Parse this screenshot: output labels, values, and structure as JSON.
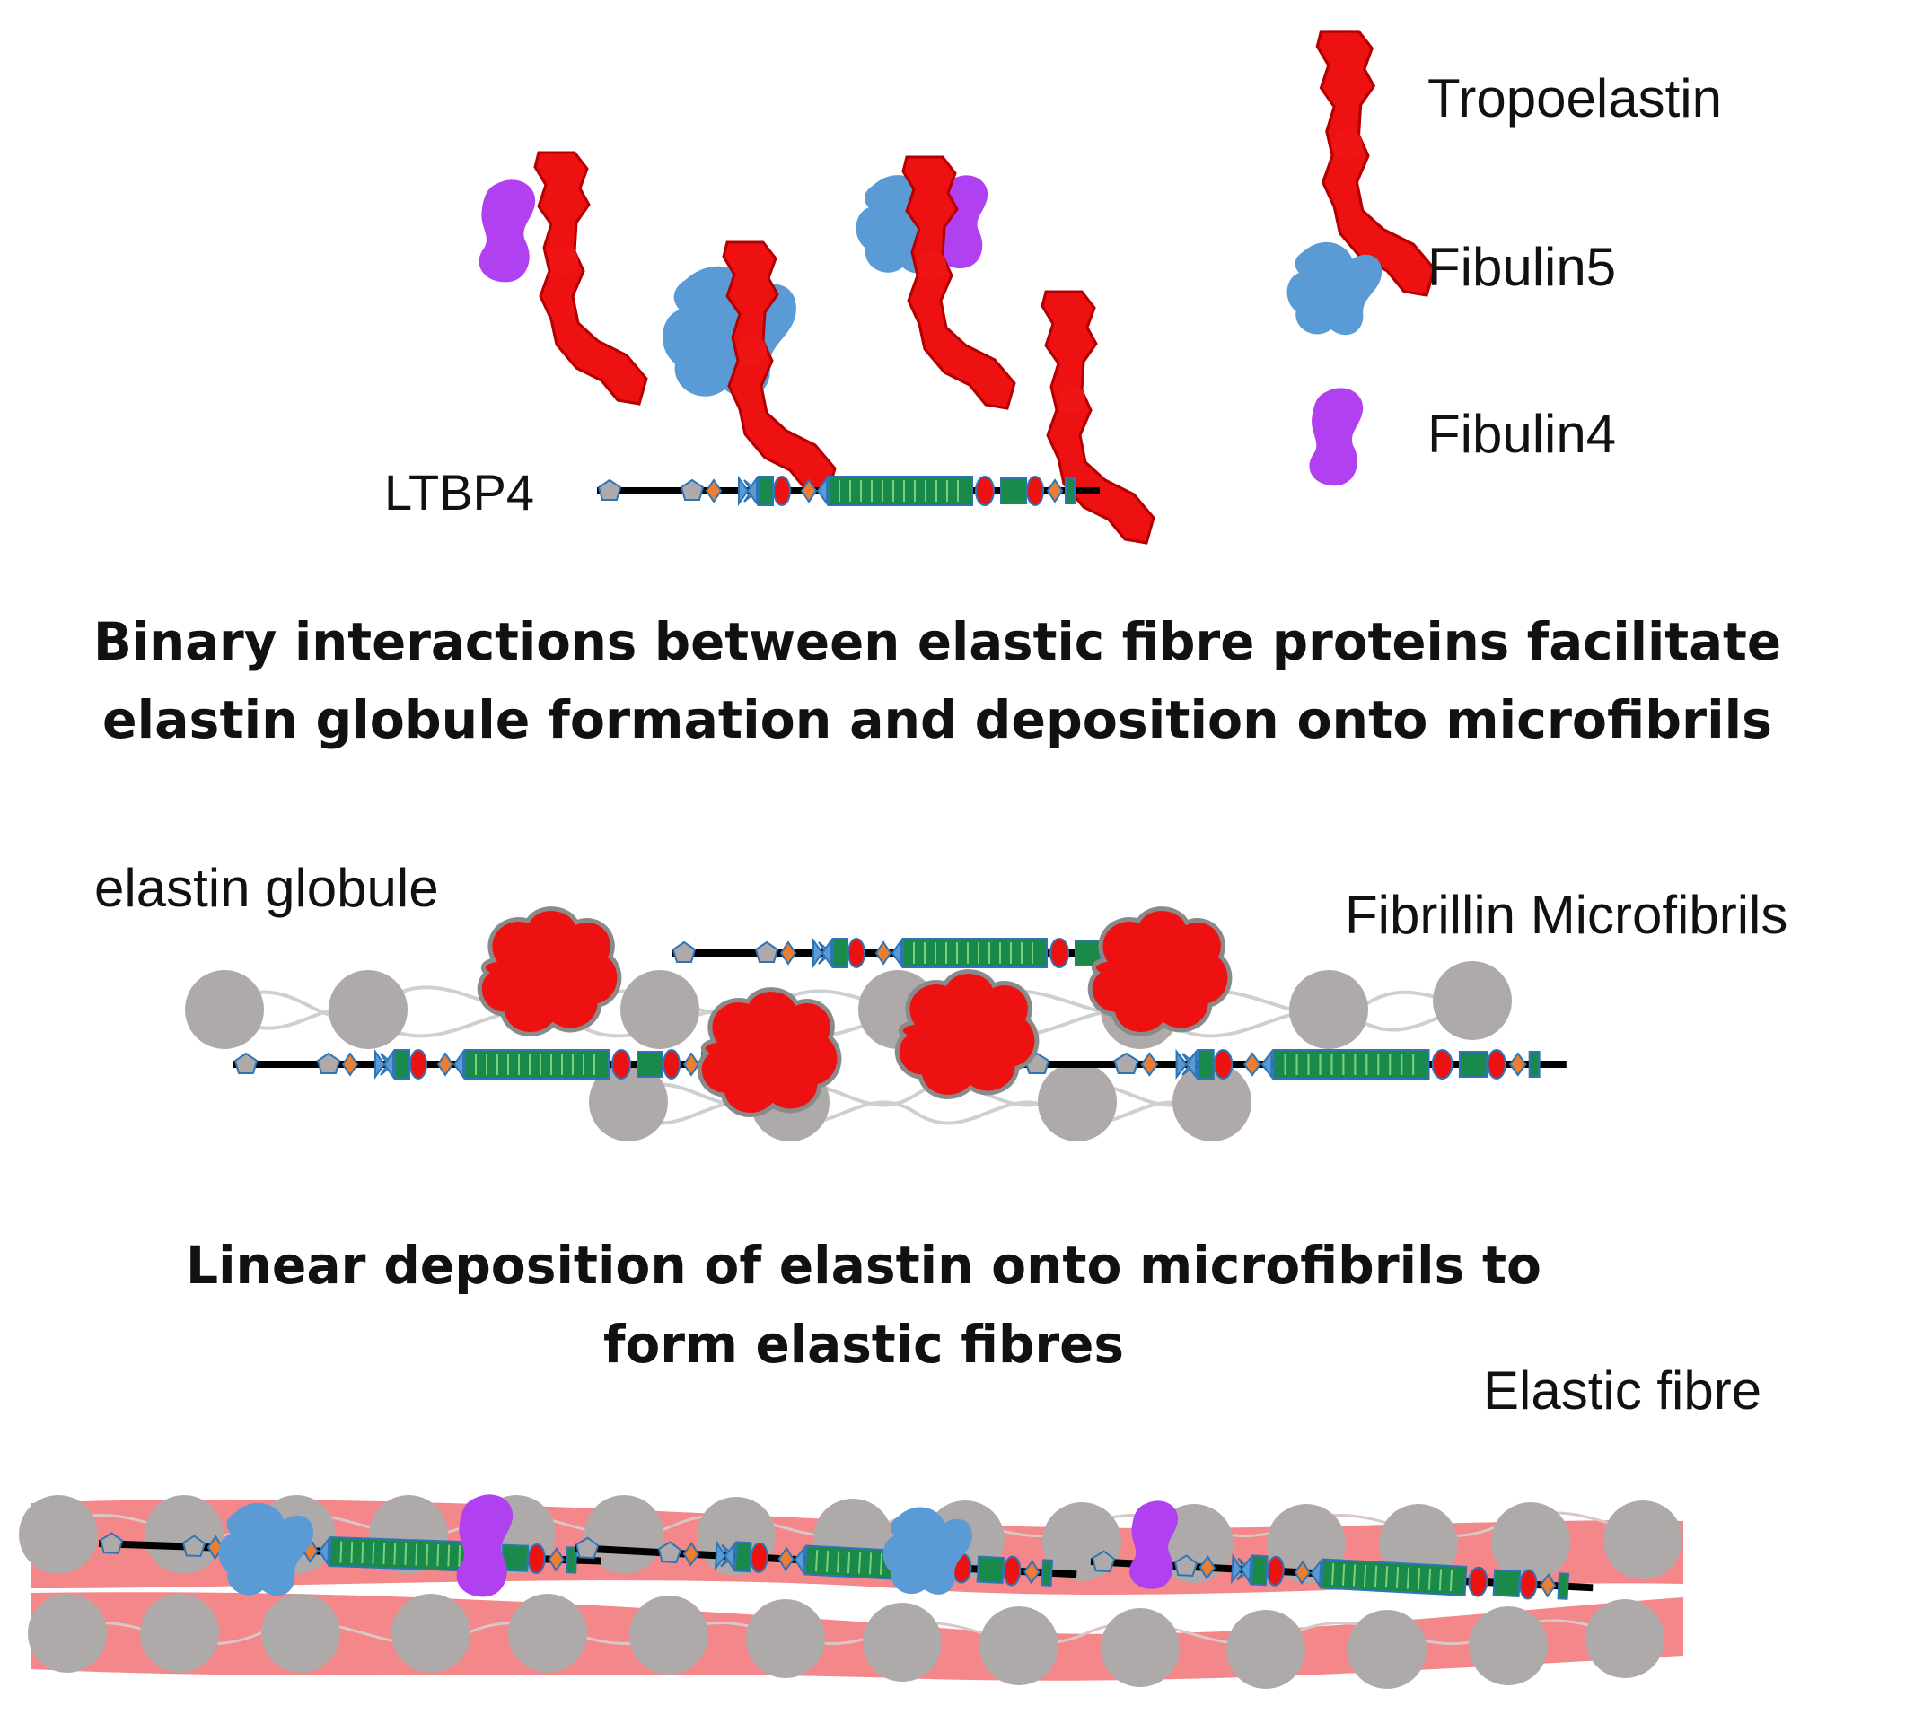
{
  "legend": {
    "tropoelastin": "Tropoelastin",
    "fibulin5": "Fibulin5",
    "fibulin4": "Fibulin4"
  },
  "labels": {
    "ltbp4": "LTBP4",
    "elastin_globule": "elastin globule",
    "fibrillin_microfibrils": "Fibrillin Microfibrils",
    "elastic_fibre": "Elastic fibre"
  },
  "headings": {
    "binary_line1": "Binary interactions between elastic fibre proteins facilitate",
    "binary_line2": "elastin globule formation and deposition onto microfibrils",
    "linear_line1": "Linear deposition of elastin onto microfibrils to",
    "linear_line2": "form elastic fibres"
  },
  "colors": {
    "tropoelastin": "#ee1111",
    "fibulin5": "#5b9bd5",
    "fibulin4": "#b040f0",
    "microfibril_bead": "#aeaaaa",
    "elastic_fibre_band": "#f4878a",
    "domain_green": "#1a8a4a",
    "domain_blue": "#2e75b6"
  }
}
